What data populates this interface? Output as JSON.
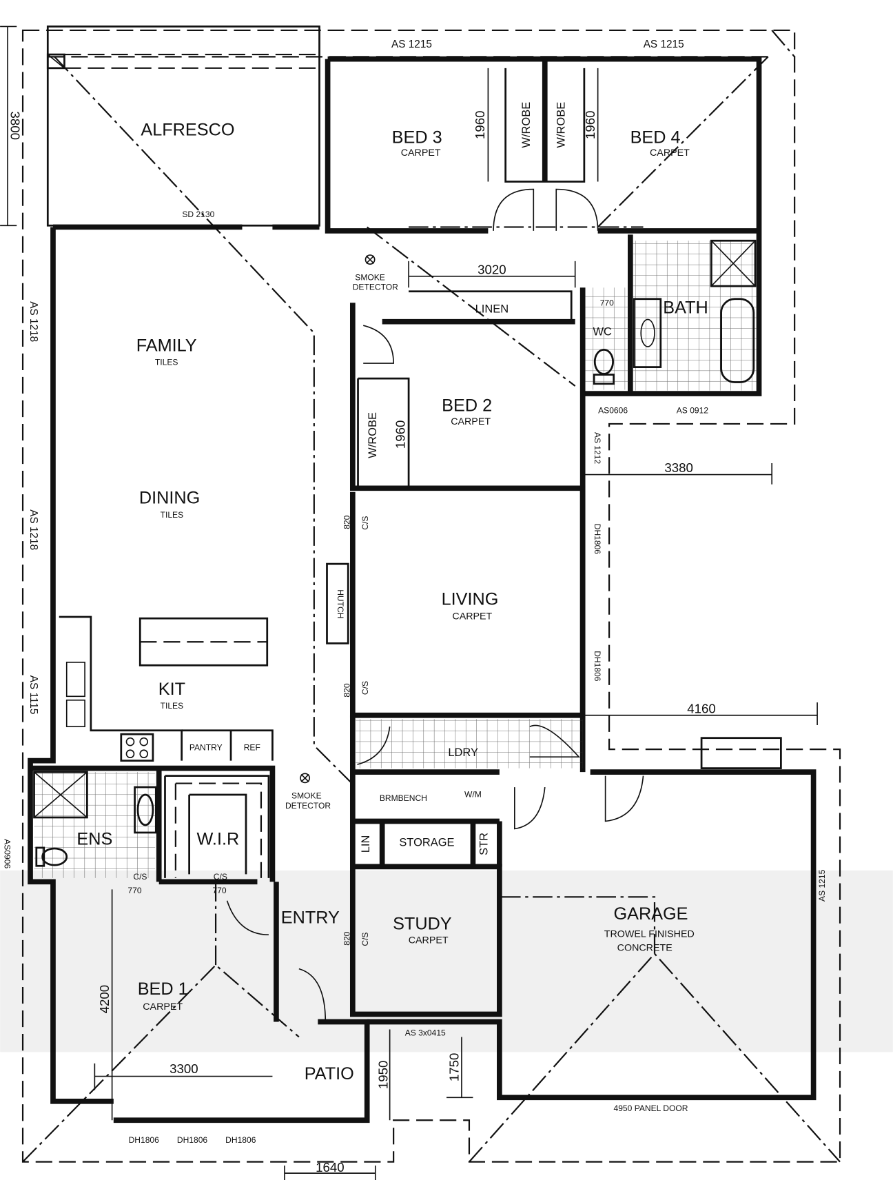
{
  "rooms": {
    "alfresco": "ALFRESCO",
    "bed3": "BED 3",
    "bed3_floor": "CARPET",
    "bed4": "BED 4",
    "bed4_floor": "CARPET",
    "family": "FAMILY",
    "family_floor": "TILES",
    "dining": "DINING",
    "dining_floor": "TILES",
    "kit": "KIT",
    "kit_floor": "TILES",
    "bed2": "BED 2",
    "bed2_floor": "CARPET",
    "living": "LIVING",
    "living_floor": "CARPET",
    "linen": "LINEN",
    "wc": "WC",
    "bath": "BATH",
    "ldry": "LDRY",
    "garage": "GARAGE",
    "garage_floor_1": "TROWEL FINISHED",
    "garage_floor_2": "CONCRETE",
    "study": "STUDY",
    "study_floor": "CARPET",
    "storage": "STORAGE",
    "str": "STR",
    "lin": "LIN",
    "ens": "ENS",
    "wir": "W.I.R",
    "entry": "ENTRY",
    "bed1": "BED 1",
    "bed1_floor": "CARPET",
    "patio": "PATIO"
  },
  "fixtures": {
    "wrobe": "W/ROBE",
    "pantry": "PANTRY",
    "ref": "REF",
    "brm_bench": "BRMBENCH",
    "wm": "W/M",
    "hutch": "HUTCH",
    "smoke_1": "SMOKE",
    "detector_1": "DETECTOR",
    "smoke_2": "SMOKE",
    "detector_2": "DETECTOR",
    "cs": "C/S",
    "panel_door": "4950 PANEL DOOR",
    "sd": "SD 2130"
  },
  "windows": {
    "top_1": "AS 1215",
    "top_2": "AS 1215",
    "left_1": "AS 1218",
    "left_2": "AS 1218",
    "left_3": "AS 1115",
    "left_4": "AS0906",
    "as0606": "AS0606",
    "as0912": "AS 0912",
    "as1212": "AS 1212",
    "dh_right_1": "DH1806",
    "dh_right_2": "DH1806",
    "garage_right": "AS 1215",
    "front": "AS 3x0415",
    "bed1_1": "DH1806",
    "bed1_2": "DH1806",
    "bed1_3": "DH1806"
  },
  "dimensions": {
    "alfresco_depth": "3800",
    "robe_1": "1960",
    "robe_2": "1960",
    "linen_width": "3020",
    "wc_door": "770",
    "bed2_robe": "1960",
    "side_1": "3380",
    "side_2": "4160",
    "cs_1": "820",
    "cs_2": "820",
    "cs_3": "820",
    "ens_door": "770",
    "wir_door": "770",
    "bed1_depth": "4200",
    "bed1_width": "3300",
    "patio_depth": "1950",
    "porch_depth": "1750",
    "patio_width": "1640"
  }
}
